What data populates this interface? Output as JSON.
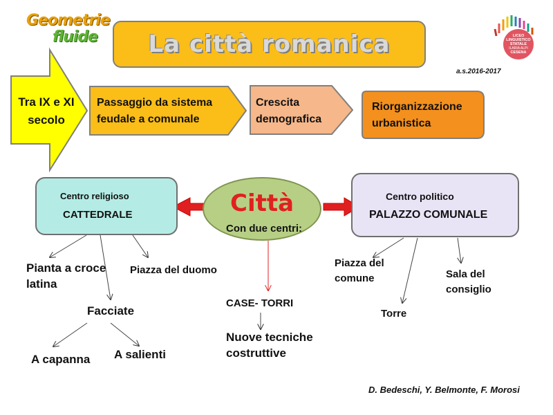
{
  "logo": {
    "line1": "Geometrie",
    "line2": "fluide"
  },
  "title": "La città romanica",
  "school_logo": {
    "line1": "LICEO",
    "line2": "LINGUISTICO",
    "line3": "STATALE",
    "line4": "ILARIA ALPI",
    "line5": "CESENA"
  },
  "year": "a.s.2016-2017",
  "timeline": {
    "label": "Tra IX e XI secolo",
    "steps": [
      {
        "text": "Passaggio da sistema feudale a comunale",
        "color": "#fbbd17"
      },
      {
        "text": "Crescita demografica",
        "color": "#f6b78a"
      },
      {
        "text": "Riorganizzazione urbanistica",
        "color": "#f4901d"
      }
    ]
  },
  "city": {
    "title": "Città",
    "subtitle": "Con due centri:"
  },
  "religious": {
    "heading": "Centro religioso",
    "name": "CATTEDRALE",
    "children": [
      "Pianta a croce latina",
      "Piazza del duomo",
      "Facciate"
    ],
    "facades": [
      "A capanna",
      "A salienti"
    ]
  },
  "political": {
    "heading": "Centro politico",
    "name": "PALAZZO COMUNALE",
    "children": [
      "Piazza del comune",
      "Torre",
      "Sala del consiglio"
    ]
  },
  "houses": {
    "name": "CASE- TORRI",
    "child": "Nuove tecniche costruttive"
  },
  "authors": "D. Bedeschi, Y. Belmonte, F. Morosi",
  "colors": {
    "arrow_red": "#e02020",
    "yellow_arrow": "#ffff00"
  }
}
